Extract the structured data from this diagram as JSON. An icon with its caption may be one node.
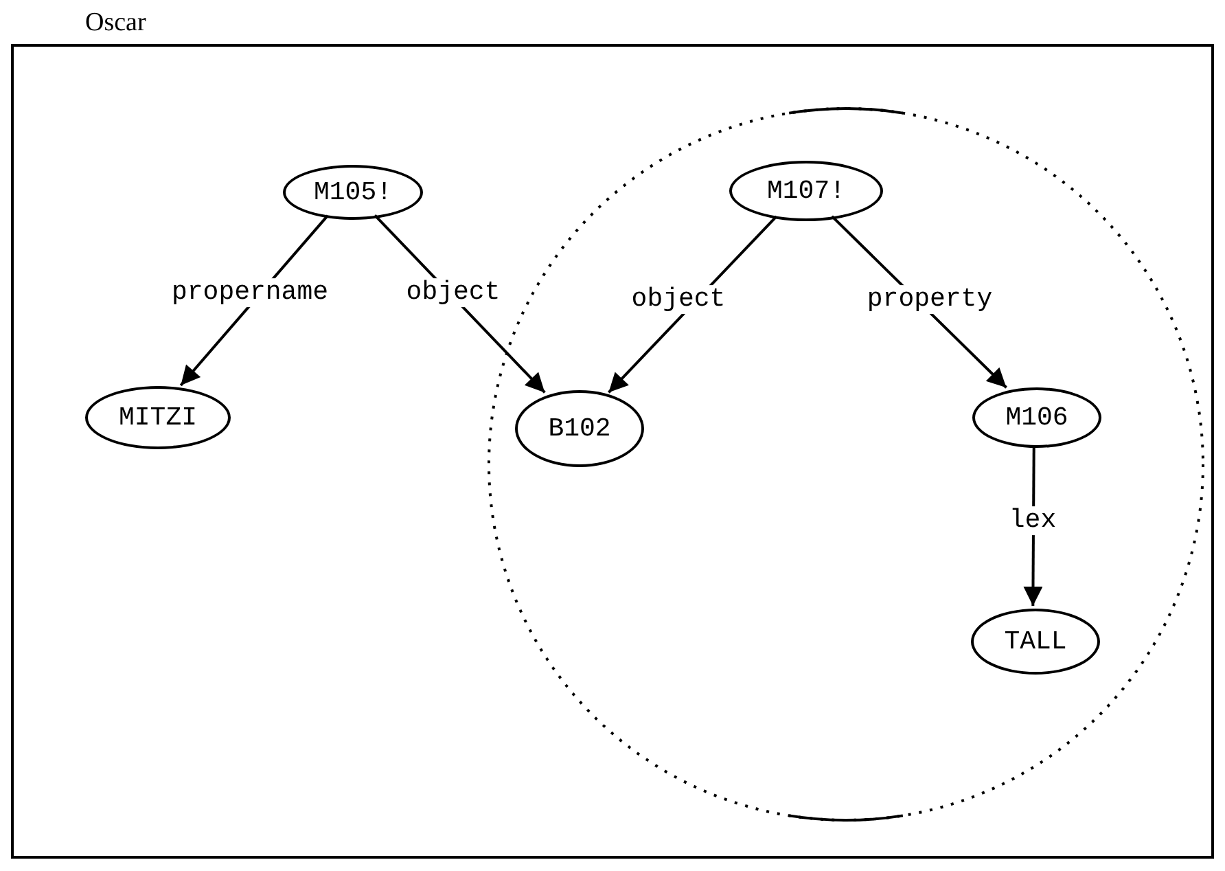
{
  "diagram": {
    "nodes": [
      {
        "text": [
          "Oscar"
        ]
      },
      {
        "text": [
          "M105!"
        ],
        "in": 0
      },
      {
        "text": [
          "MITZI"
        ],
        "in": 0
      },
      {
        "text": [],
        "shape": "circle",
        "in": 0
      },
      {
        "text": [
          "M107!"
        ],
        "in": 3
      },
      {
        "text": [
          "B102"
        ],
        "in": 3
      },
      {
        "text": [
          "M106"
        ],
        "in": 3
      },
      {
        "text": [
          "TALL"
        ],
        "in": 3
      }
    ],
    "edges": [
      {
        "from": 1,
        "to": 2,
        "arrow": "to",
        "label": "propername"
      },
      {
        "from": 1,
        "to": 5,
        "arrow": "to",
        "label": "object"
      },
      {
        "from": 4,
        "to": 5,
        "arrow": "to",
        "label": "object"
      },
      {
        "from": 4,
        "to": 6,
        "arrow": "to",
        "label": "property"
      },
      {
        "from": 6,
        "to": 7,
        "arrow": "to",
        "label": "lex"
      }
    ]
  }
}
